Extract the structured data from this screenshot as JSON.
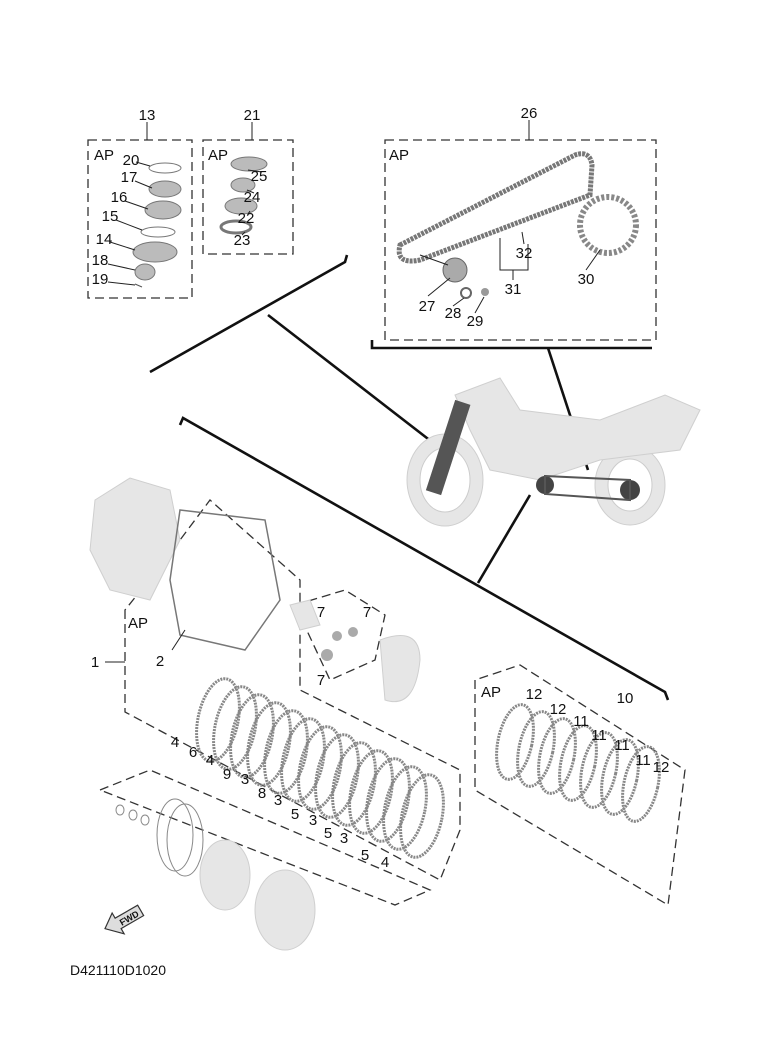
{
  "diagram_code": "D421110D1020",
  "ap_label": "AP",
  "fwd_label": "FWD",
  "callouts": [
    "13",
    "21",
    "26",
    "20",
    "17",
    "16",
    "15",
    "14",
    "18",
    "19",
    "25",
    "24",
    "22",
    "23",
    "27",
    "28",
    "29",
    "31",
    "32",
    "30",
    "1",
    "2",
    "7",
    "7",
    "7",
    "4",
    "6",
    "4",
    "9",
    "3",
    "8",
    "3",
    "5",
    "3",
    "5",
    "3",
    "5",
    "4",
    "10",
    "12",
    "12",
    "11",
    "11",
    "11",
    "11",
    "12"
  ]
}
